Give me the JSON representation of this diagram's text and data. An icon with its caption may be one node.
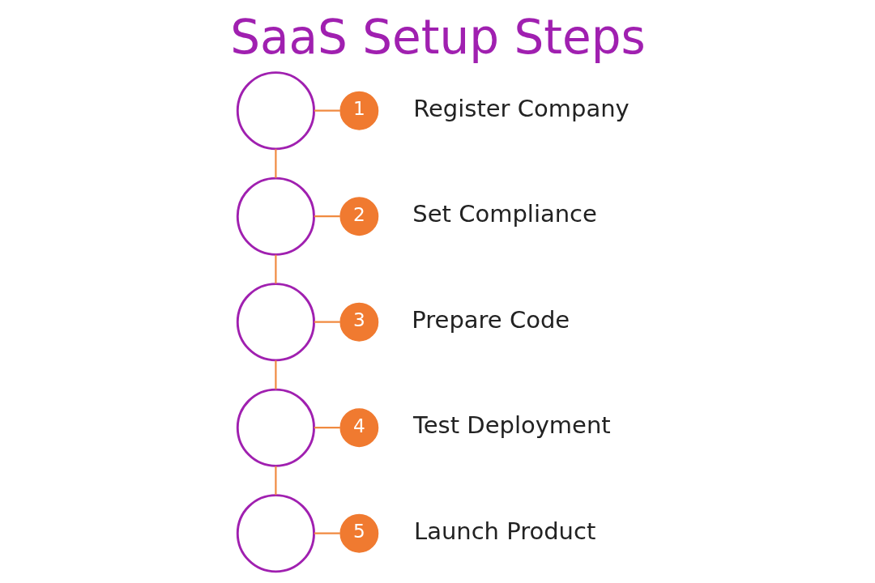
{
  "diagram": {
    "title": "SaaS Setup Steps",
    "nodes": [
      {
        "text": [],
        "shape": "circle"
      },
      {
        "text": [
          "1"
        ],
        "beside": [
          "Register Company"
        ]
      },
      {
        "text": [],
        "shape": "circle"
      },
      {
        "text": [
          "2"
        ],
        "beside": [
          "Set Compliance"
        ]
      },
      {
        "text": [],
        "shape": "circle"
      },
      {
        "text": [
          "3"
        ],
        "beside": [
          "Prepare Code"
        ]
      },
      {
        "text": [],
        "shape": "circle"
      },
      {
        "text": [
          "4"
        ],
        "beside": [
          "Test Deployment"
        ]
      },
      {
        "text": [],
        "shape": "circle"
      },
      {
        "text": [
          "5"
        ],
        "beside": [
          "Launch Product"
        ]
      }
    ],
    "edges": [
      {
        "from": 0,
        "to": 1,
        "arrow": "none"
      },
      {
        "from": 0,
        "to": 2,
        "arrow": "none"
      },
      {
        "from": 2,
        "to": 3,
        "arrow": "none"
      },
      {
        "from": 2,
        "to": 4,
        "arrow": "none"
      },
      {
        "from": 4,
        "to": 5,
        "arrow": "none"
      },
      {
        "from": 4,
        "to": 6,
        "arrow": "none"
      },
      {
        "from": 6,
        "to": 7,
        "arrow": "none"
      },
      {
        "from": 6,
        "to": 8,
        "arrow": "none"
      },
      {
        "from": 8,
        "to": 9,
        "arrow": "none"
      }
    ]
  }
}
